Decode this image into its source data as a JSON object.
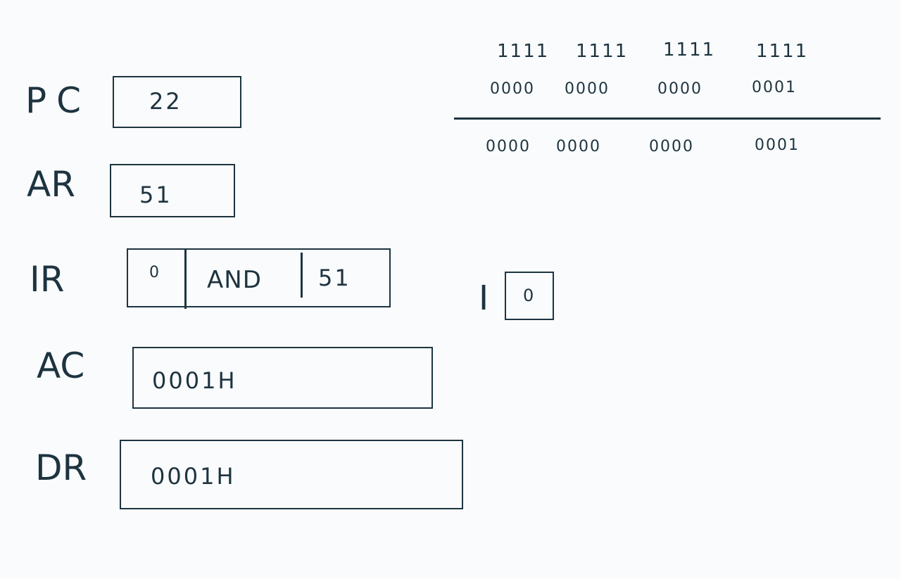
{
  "registers": {
    "pc": {
      "label": "PC",
      "value": "22"
    },
    "ar": {
      "label": "AR",
      "value": "51"
    },
    "ir": {
      "label": "IR",
      "i_bit": "0",
      "opcode": "AND",
      "address": "51"
    },
    "ac": {
      "label": "AC",
      "value": "0001H"
    },
    "dr": {
      "label": "DR",
      "value": "0001H"
    }
  },
  "i_flag": {
    "label": "I",
    "value": "0"
  },
  "and_operation": {
    "row1": [
      "1111",
      "1111",
      "1111",
      "1111"
    ],
    "row2": [
      "0000",
      "0000",
      "0000",
      "0001"
    ],
    "result": [
      "0000",
      "0000",
      "0000",
      "0001"
    ]
  }
}
